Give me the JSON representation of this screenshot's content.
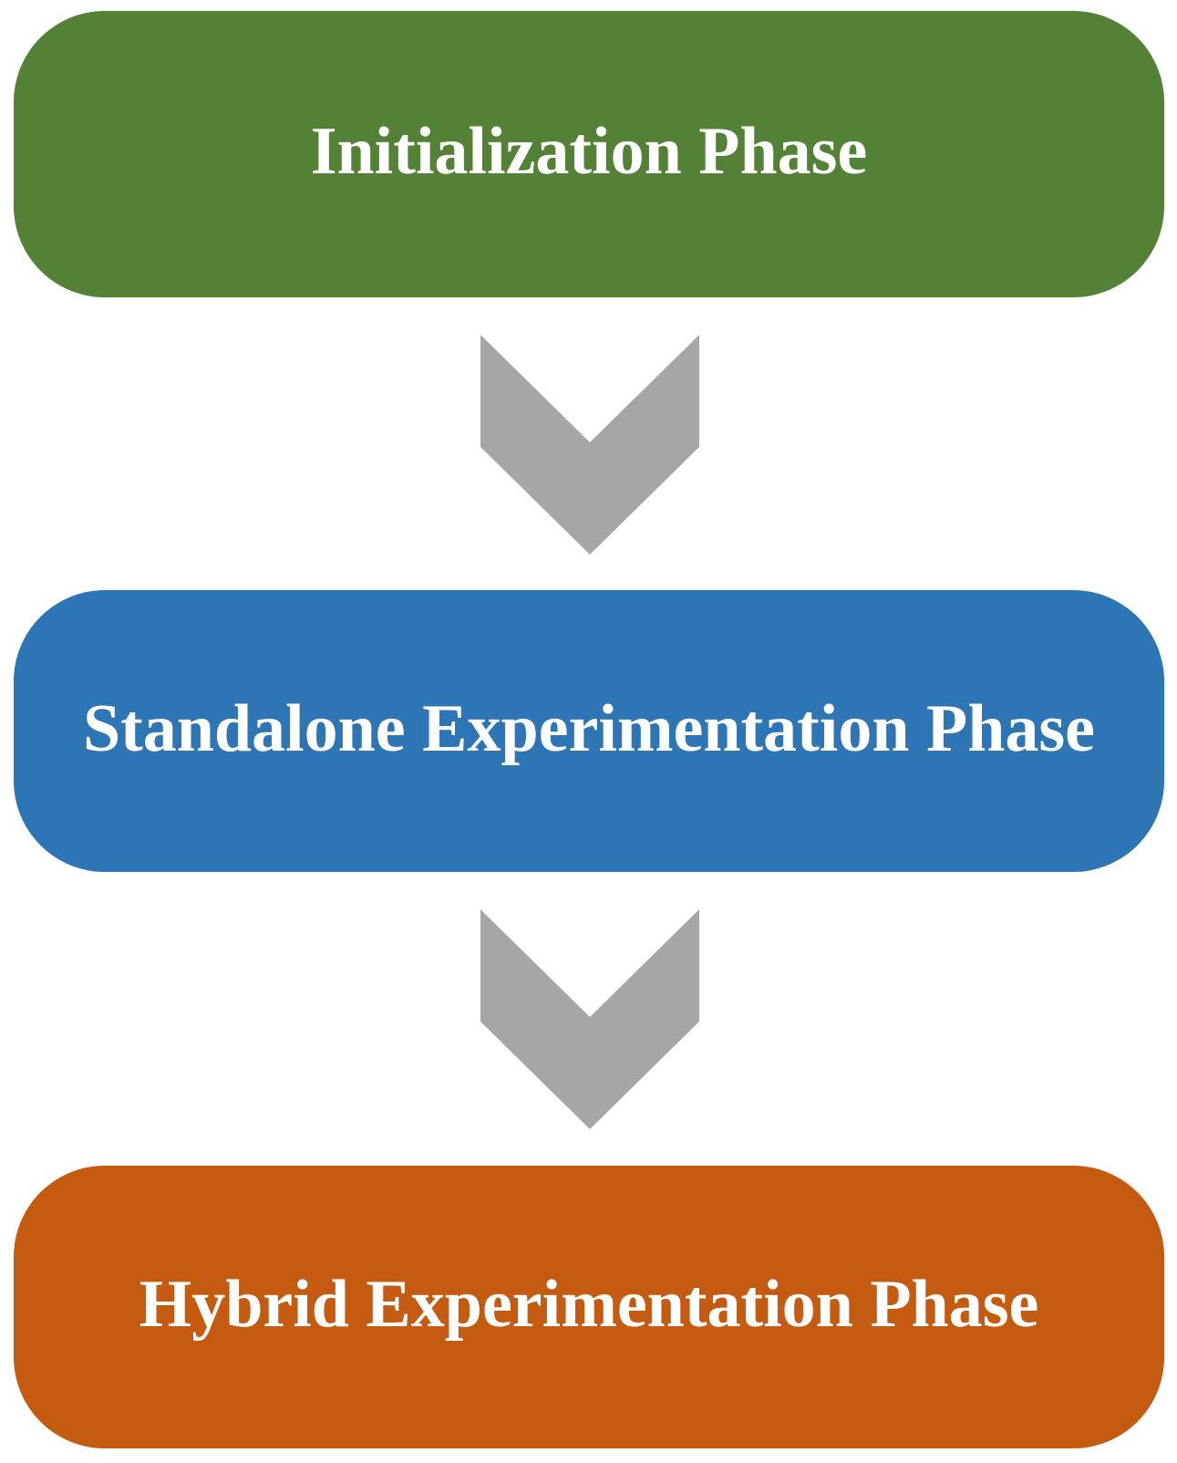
{
  "colors": {
    "background": "#ffffff",
    "arrow": "#a6a6a6",
    "label_text": "#ffffff"
  },
  "phases": [
    {
      "label": "Initialization Phase",
      "color": "#538135"
    },
    {
      "label": "Standalone Experimentation Phase",
      "color": "#2e75b6"
    },
    {
      "label": "Hybrid Experimentation Phase",
      "color": "#c55a11"
    }
  ],
  "arrows": [
    {
      "direction": "down"
    },
    {
      "direction": "down"
    }
  ]
}
